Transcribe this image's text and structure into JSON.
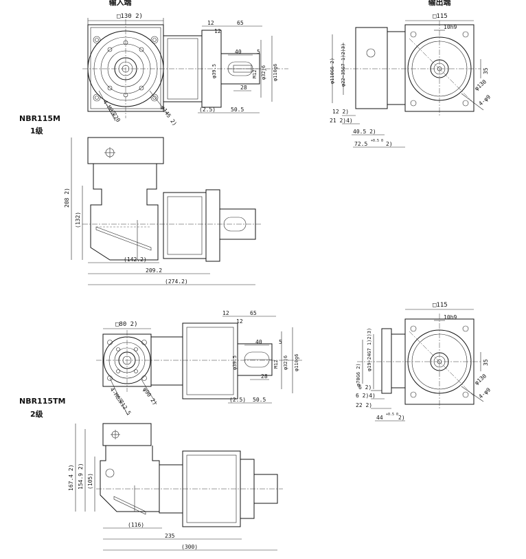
{
  "views": {
    "input_end": "输入端",
    "output_end": "输出端"
  },
  "models": [
    {
      "name": "NBR115M",
      "stage": "1级",
      "input": {
        "square": "□130  2)",
        "d1": "12",
        "d2": "65",
        "d3": "12",
        "d4": "40",
        "d5": "5",
        "d6": "φ39.5",
        "d7": "M12",
        "d8": "φ32j6",
        "d9": "φ110g6",
        "d10": "28",
        "d11": "(2.5)",
        "d12": "50.5",
        "holes": "4-M8深20",
        "pcd": "φ145  2)"
      },
      "output": {
        "square": "□115",
        "key": "10h9",
        "d1": "φ110G6  2)",
        "d2": "φ22~35G7  1)2)3)",
        "d3": "35",
        "d4": "12  2)",
        "d5": "21  2)4)",
        "d6": "40.5  2)",
        "d7": "72.5",
        "tol": "+0.5 0",
        "d7b": "2)",
        "pcd": "φ130",
        "holes": "4-φ9"
      },
      "side": {
        "h1": "208  2)",
        "h2": "(132)",
        "w1": "(142.2)",
        "w2": "209.2",
        "w3": "(274.2)"
      }
    },
    {
      "name": "NBR115TM",
      "stage": "2级",
      "input": {
        "square": "□80  2)",
        "d1": "12",
        "d2": "65",
        "d3": "12",
        "d4": "40",
        "d5": "5",
        "d6": "φ39.5",
        "d7": "M12",
        "d8": "φ32j6",
        "d9": "φ110g6",
        "d10": "28",
        "d11": "(2.5)",
        "d12": "50.5",
        "holes": "4-M6深12.5",
        "pcd": "φ90  2)"
      },
      "output": {
        "square": "□115",
        "key": "10h9",
        "d1": "φ70G6  2)",
        "d2": "φ19~24G7  1)2)3)",
        "d3": "35",
        "d4": "6  2)",
        "d5": "6  2)4)",
        "d6": "22  2)",
        "d7": "44",
        "tol": "+0.5 0",
        "d7b": "2)",
        "pcd": "φ130",
        "holes": "4-φ9"
      },
      "side": {
        "h1": "167.4  2)",
        "h2": "154.9  2)",
        "h3": "(105)",
        "w1": "(116)",
        "w2": "235",
        "w3": "(300)"
      }
    }
  ]
}
